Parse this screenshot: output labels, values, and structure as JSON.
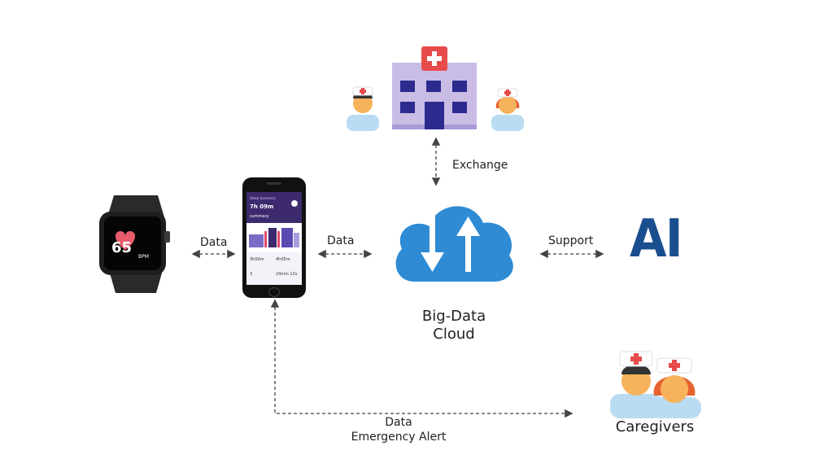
{
  "watch": {
    "bpm_value": "65",
    "bpm_unit": "BPM"
  },
  "phone": {
    "app_top": "Sleep Summary",
    "time_value": "7h 09m",
    "summary_label": "summary",
    "stat1": "3h04m",
    "stat2": "4h05m",
    "stat3": "3",
    "stat4": "24min 13s"
  },
  "edges": {
    "watch_phone": "Data",
    "phone_cloud": "Data",
    "hospital_cloud": "Exchange",
    "cloud_ai": "Support",
    "phone_caregivers_line1": "Data",
    "phone_caregivers_line2": "Emergency Alert"
  },
  "cloud": {
    "line1": "Big-Data",
    "line2": "Cloud"
  },
  "ai": {
    "text": "AI"
  },
  "caregivers": {
    "label": "Caregivers"
  },
  "colors": {
    "cloud_blue": "#2e8bd4",
    "ai_blue": "#1a4f8f",
    "hospital_purple": "#c9bde6",
    "hospital_red": "#e84b4b"
  }
}
